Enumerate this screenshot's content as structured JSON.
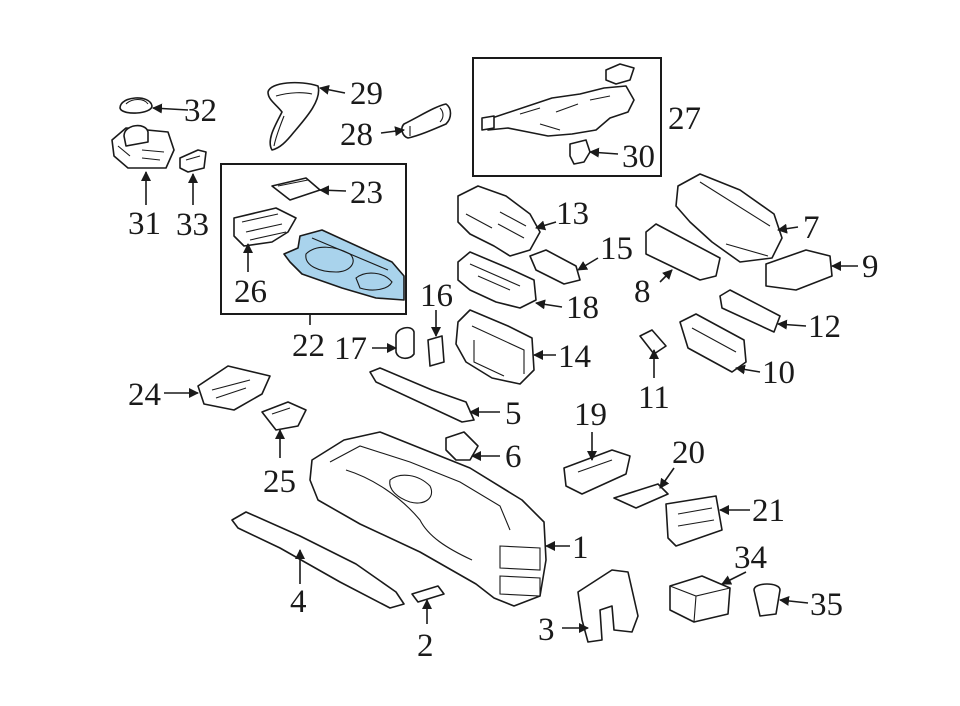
{
  "diagram": {
    "highlight_color": "#a9d3ec",
    "callouts": {
      "c1": "1",
      "c2": "2",
      "c3": "3",
      "c4": "4",
      "c5": "5",
      "c6": "6",
      "c7": "7",
      "c8": "8",
      "c9": "9",
      "c10": "10",
      "c11": "11",
      "c12": "12",
      "c13": "13",
      "c14": "14",
      "c15": "15",
      "c16": "16",
      "c17": "17",
      "c18": "18",
      "c19": "19",
      "c20": "20",
      "c21": "21",
      "c22": "22",
      "c23": "23",
      "c24": "24",
      "c25": "25",
      "c26": "26",
      "c27": "27",
      "c28": "28",
      "c29": "29",
      "c30": "30",
      "c31": "31",
      "c32": "32",
      "c33": "33",
      "c34": "34",
      "c35": "35"
    }
  }
}
